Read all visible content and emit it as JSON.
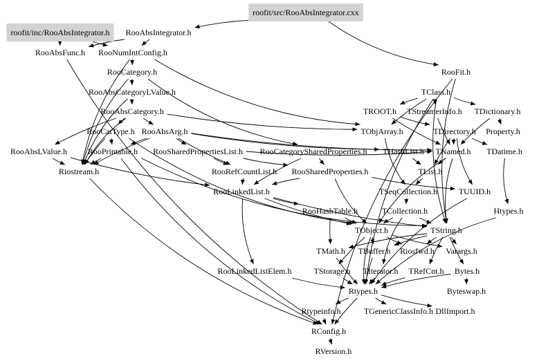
{
  "colors": {
    "highlight_fill": "#d3d3d3",
    "edge": "#000000",
    "text": "#000000",
    "background": "#ffffff"
  },
  "nodes": [
    {
      "id": "cxx",
      "label": "roofit/src/RooAbsIntegrator.cxx",
      "highlighted": true
    },
    {
      "id": "inch",
      "label": "roofit/inc/RooAbsIntegrator.h",
      "highlighted": true
    },
    {
      "id": "RooAbsIntegrator",
      "label": "RooAbsIntegrator.h"
    },
    {
      "id": "RooAbsFunc",
      "label": "RooAbsFunc.h"
    },
    {
      "id": "RooNumIntConfig",
      "label": "RooNumIntConfig.h"
    },
    {
      "id": "RooCategory",
      "label": "RooCategory.h"
    },
    {
      "id": "RooAbsCategoryLValue",
      "label": "RooAbsCategoryLValue.h"
    },
    {
      "id": "RooAbsCategory",
      "label": "RooAbsCategory.h"
    },
    {
      "id": "RooCatType",
      "label": "RooCatType.h"
    },
    {
      "id": "RooAbsArg",
      "label": "RooAbsArg.h"
    },
    {
      "id": "RooAbsLValue",
      "label": "RooAbsLValue.h"
    },
    {
      "id": "RooPrintable",
      "label": "RooPrintable.h"
    },
    {
      "id": "RooSharedPropertiesList",
      "label": "RooSharedPropertiesList.h"
    },
    {
      "id": "RooCategorySharedProperties",
      "label": "RooCategorySharedProperties.h"
    },
    {
      "id": "THashList",
      "label": "THashList.h"
    },
    {
      "id": "TNamed",
      "label": "TNamed.h"
    },
    {
      "id": "TDatime",
      "label": "TDatime.h"
    },
    {
      "id": "Riostream",
      "label": "Riostream.h"
    },
    {
      "id": "RooRefCountList",
      "label": "RooRefCountList.h"
    },
    {
      "id": "RooSharedProperties",
      "label": "RooSharedProperties.h"
    },
    {
      "id": "TList",
      "label": "TList.h"
    },
    {
      "id": "RooLinkedList",
      "label": "RooLinkedList.h"
    },
    {
      "id": "TSeqCollection",
      "label": "TSeqCollection.h"
    },
    {
      "id": "TUUID",
      "label": "TUUID.h"
    },
    {
      "id": "RooHashTable",
      "label": "RooHashTable.h"
    },
    {
      "id": "TCollection",
      "label": "TCollection.h"
    },
    {
      "id": "Htypes",
      "label": "Htypes.h"
    },
    {
      "id": "TObject",
      "label": "TObject.h"
    },
    {
      "id": "TString",
      "label": "TString.h"
    },
    {
      "id": "TMath",
      "label": "TMath.h"
    },
    {
      "id": "TBuffer",
      "label": "TBuffer.h"
    },
    {
      "id": "Riosfwd",
      "label": "Riosfwd.h"
    },
    {
      "id": "Varargs",
      "label": "Varargs.h"
    },
    {
      "id": "RooLinkedListElem",
      "label": "RooLinkedListElem.h"
    },
    {
      "id": "TStorage",
      "label": "TStorage.h"
    },
    {
      "id": "TIterator",
      "label": "TIterator.h"
    },
    {
      "id": "TRefCnt",
      "label": "TRefCnt.h"
    },
    {
      "id": "Bytes",
      "label": "Bytes.h"
    },
    {
      "id": "Rtypes",
      "label": "Rtypes.h"
    },
    {
      "id": "Byteswap",
      "label": "Byteswap.h"
    },
    {
      "id": "Rtypeinfo",
      "label": "Rtypeinfo.h"
    },
    {
      "id": "TGenericClassInfo",
      "label": "TGenericClassInfo.h"
    },
    {
      "id": "DllImport",
      "label": "DllImport.h"
    },
    {
      "id": "RConfig",
      "label": "RConfig.h"
    },
    {
      "id": "RVersion",
      "label": "RVersion.h"
    },
    {
      "id": "RooFit",
      "label": "RooFit.h"
    },
    {
      "id": "TClass",
      "label": "TClass.h"
    },
    {
      "id": "TROOT",
      "label": "TROOT.h"
    },
    {
      "id": "TStreamerInfo",
      "label": "TStreamerInfo.h"
    },
    {
      "id": "TDictionary",
      "label": "TDictionary.h"
    },
    {
      "id": "TObjArray",
      "label": "TObjArray.h"
    },
    {
      "id": "TDirectory",
      "label": "TDirectory.h"
    },
    {
      "id": "Property",
      "label": "Property.h"
    }
  ],
  "edges": [
    [
      "cxx",
      "RooAbsIntegrator"
    ],
    [
      "cxx",
      "RooFit"
    ],
    [
      "inch",
      "RooAbsFunc"
    ],
    [
      "inch",
      "RooNumIntConfig"
    ],
    [
      "RooAbsIntegrator",
      "RooNumIntConfig"
    ],
    [
      "RooAbsIntegrator",
      "RooAbsFunc"
    ],
    [
      "RooAbsFunc",
      "RConfig"
    ],
    [
      "RooNumIntConfig",
      "RooCategory"
    ],
    [
      "RooNumIntConfig",
      "Riostream"
    ],
    [
      "RooNumIntConfig",
      "TObjArray"
    ],
    [
      "RooCategory",
      "RooAbsCategoryLValue"
    ],
    [
      "RooCategory",
      "Riostream"
    ],
    [
      "RooCategory",
      "RooCategorySharedProperties"
    ],
    [
      "RooAbsCategoryLValue",
      "RooAbsCategory"
    ],
    [
      "RooAbsCategoryLValue",
      "Riostream"
    ],
    [
      "RooAbsCategory",
      "RooCatType"
    ],
    [
      "RooAbsCategory",
      "RooAbsArg"
    ],
    [
      "RooAbsCategory",
      "RooAbsLValue"
    ],
    [
      "RooAbsCategory",
      "TObjArray"
    ],
    [
      "RooAbsCategory",
      "Riostream"
    ],
    [
      "RooCatType",
      "RooPrintable"
    ],
    [
      "RooCatType",
      "Riostream"
    ],
    [
      "RooCatType",
      "TObject"
    ],
    [
      "RooAbsArg",
      "RooPrintable"
    ],
    [
      "RooAbsArg",
      "RooRefCountList"
    ],
    [
      "RooAbsArg",
      "THashList"
    ],
    [
      "RooAbsArg",
      "TNamed"
    ],
    [
      "RooAbsArg",
      "RooSharedPropertiesList"
    ],
    [
      "RooAbsArg",
      "Riostream"
    ],
    [
      "RooAbsLValue",
      "Riostream"
    ],
    [
      "RooAbsLValue",
      "RooLinkedList"
    ],
    [
      "RooPrintable",
      "Riostream"
    ],
    [
      "RooPrintable",
      "TString"
    ],
    [
      "RooPrintable",
      "RConfig"
    ],
    [
      "RooSharedPropertiesList",
      "RooRefCountList"
    ],
    [
      "RooSharedPropertiesList",
      "RooSharedProperties"
    ],
    [
      "RooSharedPropertiesList",
      "TNamed"
    ],
    [
      "RooCategorySharedProperties",
      "RooSharedProperties"
    ],
    [
      "RooCategorySharedProperties",
      "RooLinkedList"
    ],
    [
      "RooSharedProperties",
      "TUUID"
    ],
    [
      "RooSharedProperties",
      "TObject"
    ],
    [
      "RooSharedProperties",
      "RooLinkedList"
    ],
    [
      "RooRefCountList",
      "RooLinkedList"
    ],
    [
      "RooLinkedList",
      "RooLinkedListElem"
    ],
    [
      "RooLinkedList",
      "RooHashTable"
    ],
    [
      "RooLinkedList",
      "TString"
    ],
    [
      "RooLinkedList",
      "TObject"
    ],
    [
      "RooHashTable",
      "TObject"
    ],
    [
      "RooHashTable",
      "TMath"
    ],
    [
      "THashList",
      "TList"
    ],
    [
      "TList",
      "TSeqCollection"
    ],
    [
      "TSeqCollection",
      "TCollection"
    ],
    [
      "TCollection",
      "TObject"
    ],
    [
      "TCollection",
      "TString"
    ],
    [
      "TCollection",
      "TIterator"
    ],
    [
      "TNamed",
      "TObject"
    ],
    [
      "TNamed",
      "TString"
    ],
    [
      "TNamed",
      "TList"
    ],
    [
      "TClass",
      "TROOT"
    ],
    [
      "TClass",
      "TStreamerInfo"
    ],
    [
      "TClass",
      "TDictionary"
    ],
    [
      "TClass",
      "TObjArray"
    ],
    [
      "TClass",
      "TString"
    ],
    [
      "TClass",
      "Rtypes"
    ],
    [
      "TROOT",
      "TNamed"
    ],
    [
      "TROOT",
      "TDirectory"
    ],
    [
      "TStreamerInfo",
      "TNamed"
    ],
    [
      "TDictionary",
      "TNamed"
    ],
    [
      "TDictionary",
      "Property"
    ],
    [
      "TDirectory",
      "TNamed"
    ],
    [
      "TDirectory",
      "TDatime"
    ],
    [
      "TDirectory",
      "TUUID"
    ],
    [
      "TDirectory",
      "TList"
    ],
    [
      "TObjArray",
      "TSeqCollection"
    ],
    [
      "TDatime",
      "Htypes"
    ],
    [
      "Htypes",
      "Rtypes"
    ],
    [
      "TUUID",
      "Rtypes"
    ],
    [
      "TObject",
      "TStorage"
    ],
    [
      "TObject",
      "Varargs"
    ],
    [
      "TObject",
      "TBuffer"
    ],
    [
      "TObject",
      "Riosfwd"
    ],
    [
      "TObject",
      "Rtypes"
    ],
    [
      "TString",
      "TBuffer"
    ],
    [
      "TString",
      "Varargs"
    ],
    [
      "TString",
      "TRefCnt"
    ],
    [
      "TString",
      "Riosfwd"
    ],
    [
      "TString",
      "Bytes"
    ],
    [
      "TString",
      "TMath"
    ],
    [
      "TMath",
      "Rtypes"
    ],
    [
      "TBuffer",
      "Rtypes"
    ],
    [
      "TStorage",
      "Rtypes"
    ],
    [
      "TIterator",
      "Rtypes"
    ],
    [
      "TRefCnt",
      "Rtypes"
    ],
    [
      "Bytes",
      "Rtypes"
    ],
    [
      "Bytes",
      "Byteswap"
    ],
    [
      "RooLinkedListElem",
      "Rtypes"
    ],
    [
      "Rtypes",
      "Rtypeinfo"
    ],
    [
      "Rtypes",
      "RConfig"
    ],
    [
      "Rtypes",
      "TGenericClassInfo"
    ],
    [
      "Rtypes",
      "DllImport"
    ],
    [
      "Rtypeinfo",
      "RConfig"
    ],
    [
      "RConfig",
      "RVersion"
    ],
    [
      "Riostream",
      "RConfig"
    ],
    [
      "RooFit",
      "TString"
    ],
    [
      "RooFit",
      "RConfig"
    ]
  ]
}
